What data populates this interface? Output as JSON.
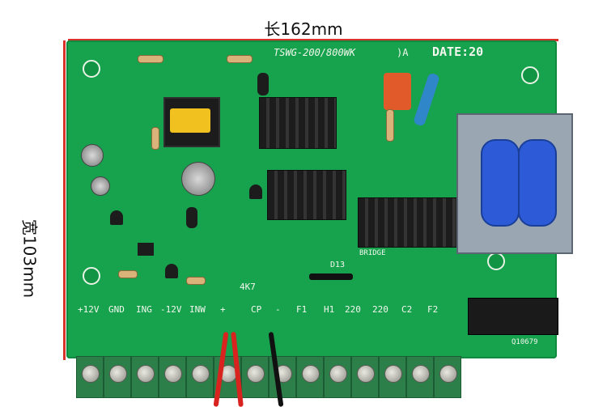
{
  "dimensions": {
    "width_label": "长162mm",
    "height_label": "宽103mm"
  },
  "board": {
    "model_text": "TSWG-200/800WK",
    "model_suffix": ")A",
    "date_text": "DATE:20",
    "pot_label": "4K7",
    "bridge_label": "BRIDGE",
    "diode_label": "D13",
    "connector_label": "Q10679",
    "terminals": [
      "+12V",
      "GND",
      "ING",
      "-12V",
      "INW",
      "+",
      "CP",
      "-",
      "F1",
      "H1",
      "220",
      "220",
      "C2",
      "F2"
    ]
  },
  "colors": {
    "pcb_green": "#17a24d",
    "dimension_line": "#d8322a",
    "wire_red": "#d8231f",
    "wire_black": "#111111"
  }
}
